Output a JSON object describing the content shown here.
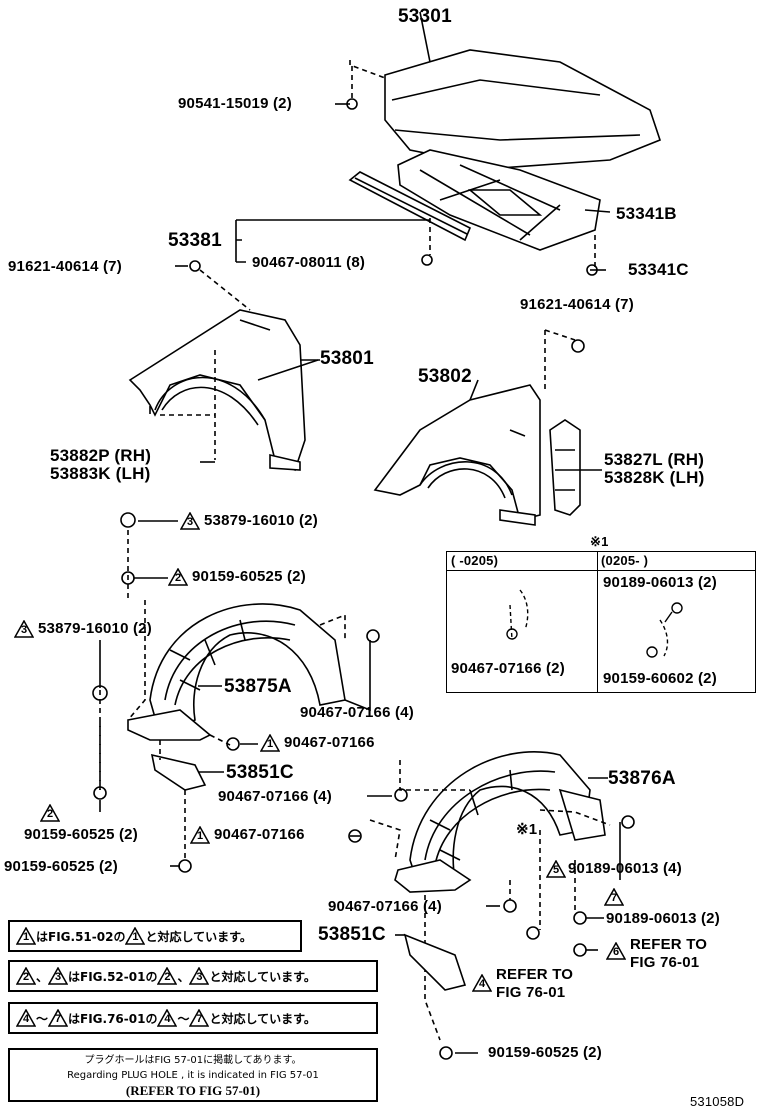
{
  "labels": {
    "p53301": "53301",
    "p90541": "90541-15019 (2)",
    "p53341B": "53341B",
    "p53381": "53381",
    "p90467_08011": "90467-08011 (8)",
    "p91621_a": "91621-40614 (7)",
    "p53341C": "53341C",
    "p91621_b": "91621-40614 (7)",
    "p53801": "53801",
    "p53802": "53802",
    "p53882P": "53882P (RH)",
    "p53883K": "53883K (LH)",
    "p53827L": "53827L (RH)",
    "p53828K": "53828K (LH)",
    "p53879_a": "53879-16010 (2)",
    "p90159_a": "90159-60525 (2)",
    "p53879_b": "53879-16010 (2)",
    "p53875A": "53875A",
    "p90467_07166_a": "90467-07166 (4)",
    "p90467_07166_b": "90467-07166",
    "p53851C_a": "53851C",
    "p90467_07166_c": "90467-07166 (4)",
    "p90159_b": "90159-60525 (2)",
    "p90467_07166_d": "90467-07166",
    "p90159_c": "90159-60525 (2)",
    "p53876A": "53876A",
    "mark1": "※1",
    "p90189_a": "90189-06013 (4)",
    "p90467_07166_e": "90467-07166 (4)",
    "p90189_b": "90189-06013 (2)",
    "p53851C_b": "53851C",
    "refer76_a_1": "REFER TO",
    "refer76_a_2": "FIG 76-01",
    "refer76_b_1": "REFER TO",
    "refer76_b_2": "FIG 76-01",
    "p90159_d": "90159-60525 (2)",
    "drawing_no": "531058D"
  },
  "inset": {
    "mark": "※1",
    "col1_header": "(      -0205)",
    "col2_header": "(0205-        )",
    "col1_part": "90467-07166 (2)",
    "col2_part_a": "90189-06013 (2)",
    "col2_part_b": "90159-60602 (2)"
  },
  "triangles": {
    "t1": "1",
    "t2": "2",
    "t3": "3",
    "t4": "4",
    "t5": "5",
    "t6": "6",
    "t7": "7"
  },
  "notes": {
    "n1_a": "はFIG.51-02の",
    "n1_b": "と対応しています。",
    "n2_a": "はFIG.52-01の",
    "n2_b": "と対応しています。",
    "n3_a": "はFIG.76-01の",
    "n3_b": "と対応しています。",
    "sep": "、",
    "tilde": "～"
  },
  "footnote": {
    "line1": "プラグホールはFIG 57-01に掲載してあります。",
    "line2": "Regarding PLUG HOLE , it is indicated in FIG 57-01",
    "line3": "(REFER TO FIG 57-01)"
  }
}
